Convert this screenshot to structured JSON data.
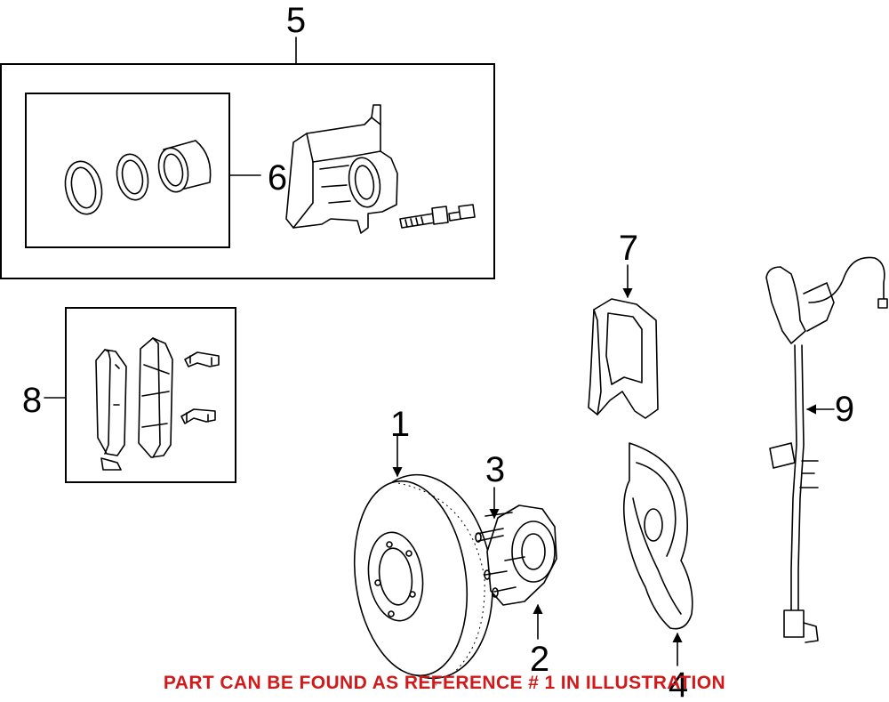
{
  "callouts": {
    "c1": "1",
    "c2": "2",
    "c3": "3",
    "c4": "4",
    "c5": "5",
    "c6": "6",
    "c7": "7",
    "c8": "8",
    "c9": "9"
  },
  "caption": "PART CAN BE FOUND AS REFERENCE # 1 IN ILLUSTRATION",
  "colors": {
    "caption": "#d0191a",
    "line": "#000000",
    "background": "#ffffff"
  }
}
